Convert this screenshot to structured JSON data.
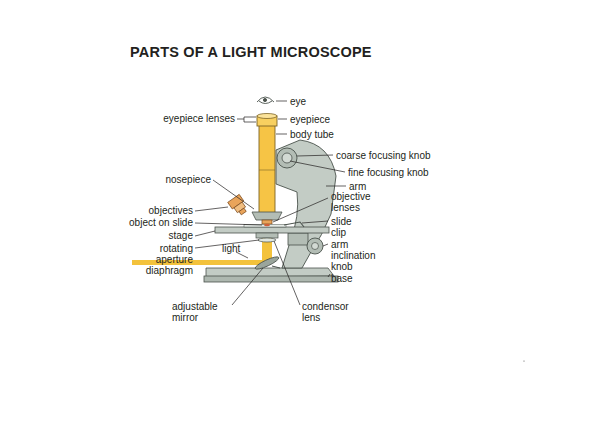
{
  "diagram": {
    "title": "PARTS OF A LIGHT MICROSCOPE",
    "labels": [
      "eye",
      "eyepiece lenses",
      "eyepiece",
      "body tube",
      "coarse focusing knob",
      "fine focusing knob",
      "nosepiece",
      "arm",
      "objectives",
      "objective lenses",
      "object on slide",
      "slide clip",
      "stage",
      "rotating aperture diaphragm",
      "light",
      "arm inclination knob",
      "base",
      "adjustable mirror",
      "condensor lens"
    ]
  }
}
